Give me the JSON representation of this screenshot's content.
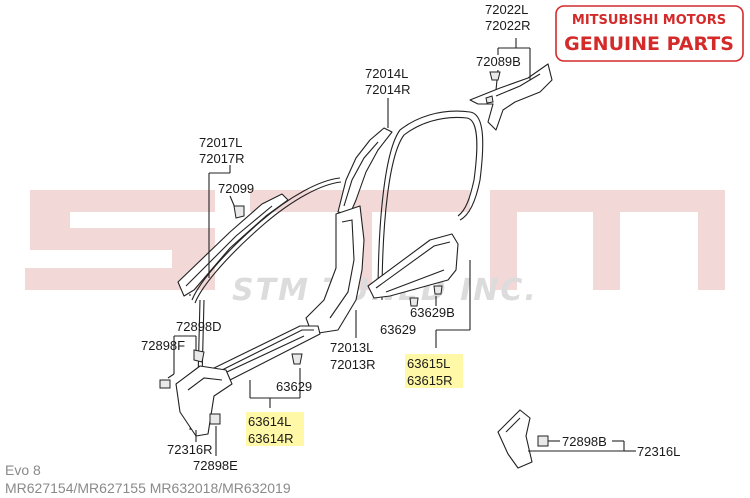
{
  "brand_badge": {
    "line1": "MITSUBISHI MOTORS",
    "line2": "GENUINE PARTS",
    "color": "#d42a2a"
  },
  "watermark": {
    "text": "STM TUNED INC."
  },
  "labels": {
    "p72022L": "72022L",
    "p72022R": "72022R",
    "p72089B": "72089B",
    "p72014L": "72014L",
    "p72014R": "72014R",
    "p72017L": "72017L",
    "p72017R": "72017R",
    "p72099": "72099",
    "p72898D": "72898D",
    "p72898F": "72898F",
    "p72013L": "72013L",
    "p72013R": "72013R",
    "p63629a": "63629",
    "p63629B": "63629B",
    "p63629b": "63629",
    "p63615L": "63615L",
    "p63615R": "63615R",
    "p63614L": "63614L",
    "p63614R": "63614R",
    "p72316R": "72316R",
    "p72898E": "72898E",
    "p72898B": "72898B",
    "p72316L": "72316L"
  },
  "footer": {
    "model": "Evo 8",
    "part_numbers": "MR627154/MR627155  MR632018/MR632019"
  }
}
